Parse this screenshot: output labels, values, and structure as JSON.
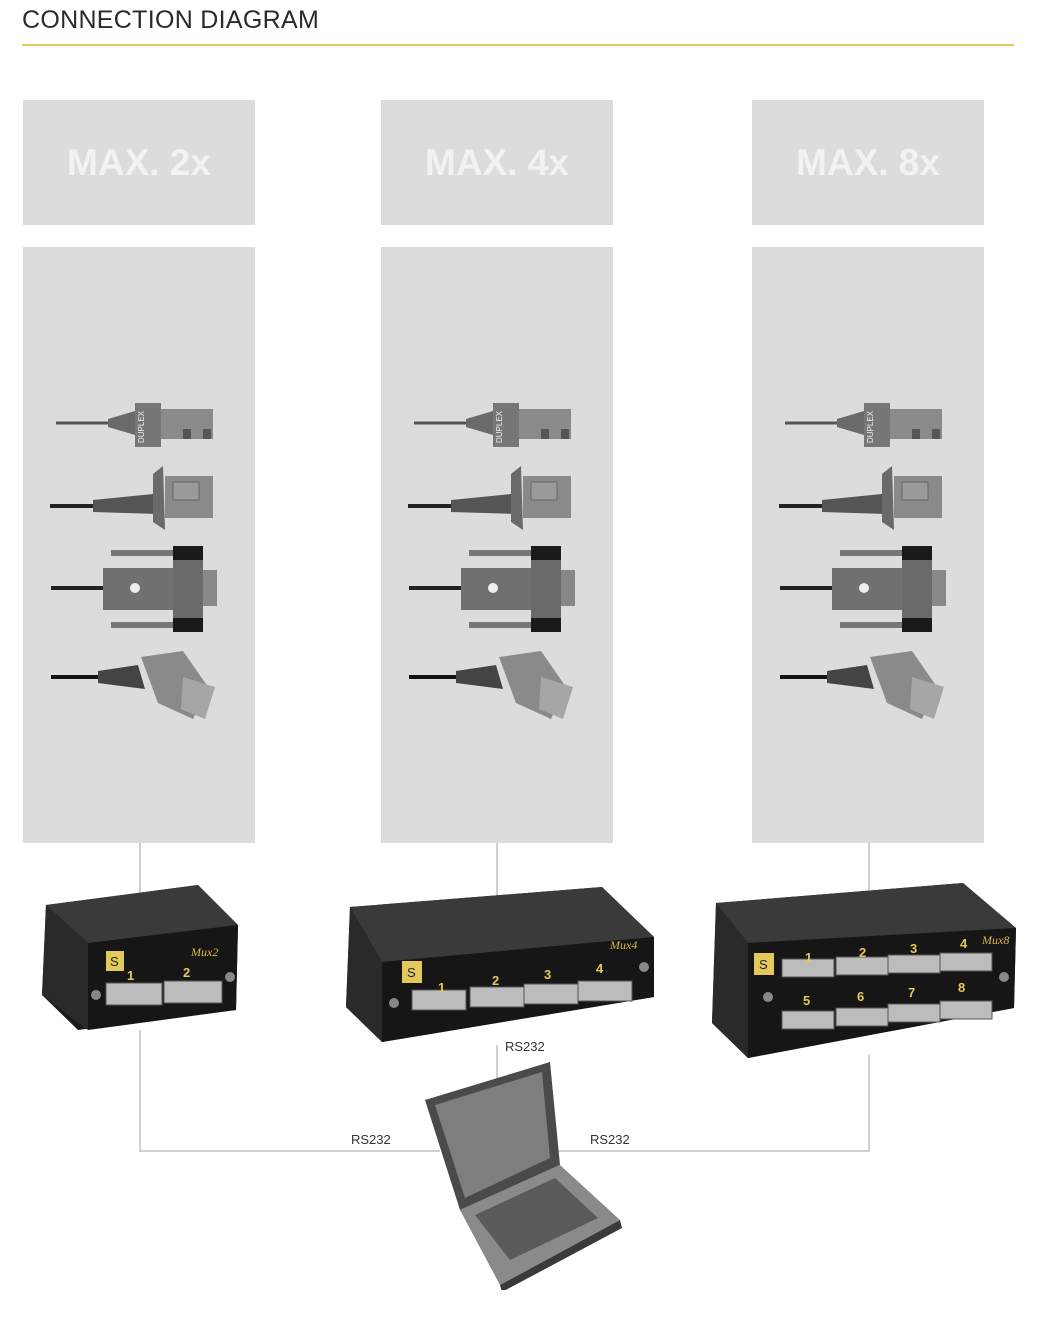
{
  "title": "CONNECTION DIAGRAM",
  "colors": {
    "accent": "#e3c95a",
    "panel": "#dcdcdc",
    "wire": "#d0d0d0"
  },
  "columns": [
    {
      "header": "MAX. 2x",
      "mux_label": "Mux2",
      "ports": [
        "1",
        "2"
      ],
      "connectors": [
        "duplex-connector-icon",
        "round-connector-icon",
        "dsub-connector-icon",
        "sensor-connector-icon"
      ],
      "duplex_label": "DUPLEX"
    },
    {
      "header": "MAX. 4x",
      "mux_label": "Mux4",
      "ports": [
        "1",
        "2",
        "3",
        "4"
      ],
      "connectors": [
        "duplex-connector-icon",
        "round-connector-icon",
        "dsub-connector-icon",
        "sensor-connector-icon"
      ],
      "duplex_label": "DUPLEX"
    },
    {
      "header": "MAX. 8x",
      "mux_label": "Mux8",
      "ports": [
        "1",
        "2",
        "3",
        "4",
        "5",
        "6",
        "7",
        "8"
      ],
      "connectors": [
        "duplex-connector-icon",
        "round-connector-icon",
        "dsub-connector-icon",
        "sensor-connector-icon"
      ],
      "duplex_label": "DUPLEX"
    }
  ],
  "links": {
    "left": "RS232",
    "center": "RS232",
    "right": "RS232"
  },
  "pc_icon": "laptop-icon"
}
